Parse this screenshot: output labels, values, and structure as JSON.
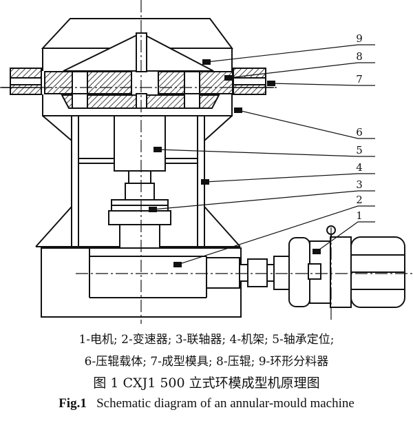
{
  "callouts": [
    "1",
    "2",
    "3",
    "4",
    "5",
    "6",
    "7",
    "8",
    "9"
  ],
  "legend": {
    "line1": "1-电机; 2-变速器; 3-联轴器; 4-机架; 5-轴承定位;",
    "line2": "6-压辊载体; 7-成型模具; 8-压辊; 9-环形分料器"
  },
  "caption": {
    "cn": "图 1    CXJ1 500 立式环模成型机原理图",
    "en_label": "Fig.1",
    "en_text": "Schematic diagram of an annular-mould machine"
  }
}
